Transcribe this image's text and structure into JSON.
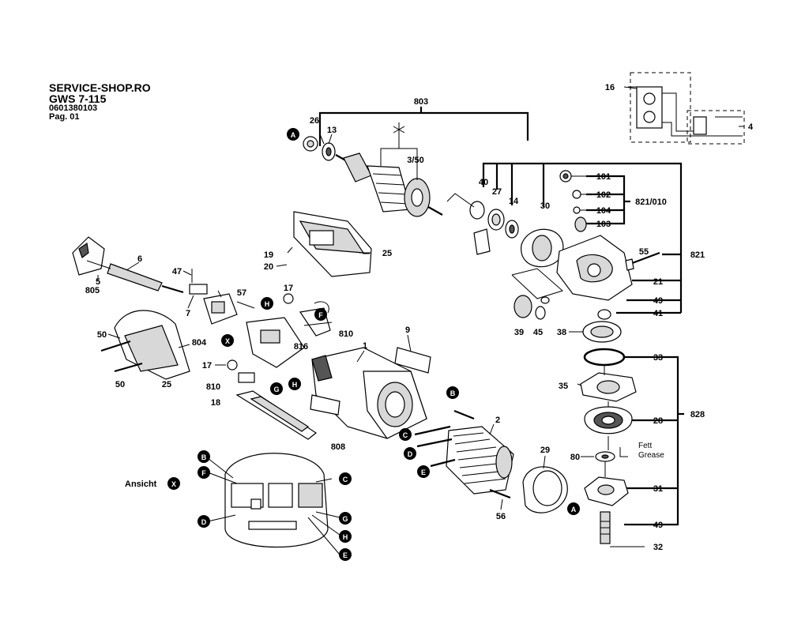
{
  "header": {
    "shop": "SERVICE-SHOP.RO",
    "model": "GWS 7-115",
    "part_number": "0601380103",
    "page": "Pag. 01"
  },
  "labels": {
    "l803": "803",
    "l26": "26",
    "l13": "13",
    "l3_50": "3/50",
    "l40": "40",
    "l27": "27",
    "l14": "14",
    "l30": "30",
    "l101": "101",
    "l102": "102",
    "l104": "104",
    "l103": "103",
    "l821_010": "821/010",
    "l821": "821",
    "l55": "55",
    "l21": "21",
    "l49a": "49",
    "l41": "41",
    "l39": "39",
    "l45": "45",
    "l38": "38",
    "l33": "33",
    "l35": "35",
    "l28": "28",
    "l828": "828",
    "l80": "80",
    "l31": "31",
    "l49b": "49",
    "l32": "32",
    "l16": "16",
    "l4": "4",
    "l25a": "25",
    "l19": "19",
    "l20": "20",
    "l6": "6",
    "l5": "5",
    "l805": "805",
    "l47": "47",
    "l57": "57",
    "l7": "7",
    "l17a": "17",
    "l804": "804",
    "l50a": "50",
    "l50b": "50",
    "l25b": "25",
    "l810a": "810",
    "l816": "816",
    "l17b": "17",
    "l810b": "810",
    "l18": "18",
    "l808": "808",
    "l9": "9",
    "l1": "1",
    "l2": "2",
    "l29": "29",
    "l56": "56"
  },
  "markers": {
    "A": "A",
    "B": "B",
    "C": "C",
    "D": "D",
    "E": "E",
    "F": "F",
    "G": "G",
    "H": "H",
    "X": "X"
  },
  "ansicht": "Ansicht",
  "fett": "Fett",
  "grease": "Grease",
  "colors": {
    "ink": "#000000",
    "paper": "#ffffff",
    "shade": "#d8d8d8"
  }
}
